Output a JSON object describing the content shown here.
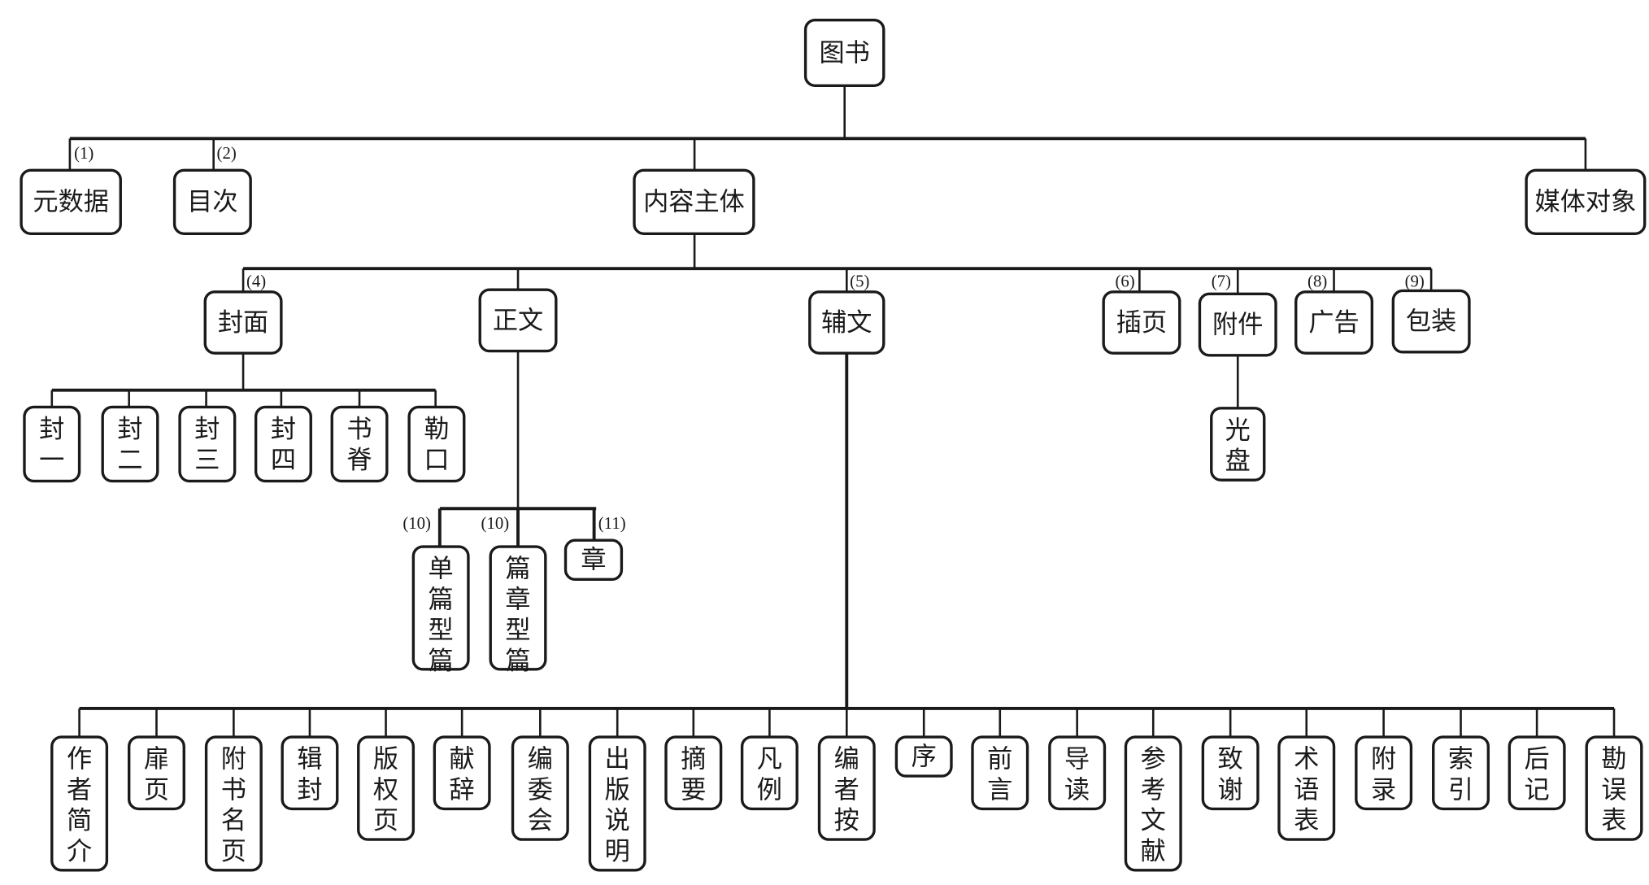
{
  "diagram": {
    "title": "图书",
    "nodes": {
      "root": "图书",
      "metadata": "元数据",
      "toc": "目次",
      "content_body": "内容主体",
      "media_object": "媒体对象",
      "cover": "封面",
      "main_text": "正文",
      "aux_text": "辅文",
      "insert_page": "插页",
      "attachment": "附件",
      "advertisement": "广告",
      "packaging": "包装",
      "cover_1": "封一",
      "cover_2": "封二",
      "cover_3": "封三",
      "cover_4": "封四",
      "spine": "书脊",
      "fore_edge": "勒口",
      "cd": "光盘",
      "single_article": "单篇型篇",
      "chapter_article": "篇章型篇",
      "chapter": "章"
    },
    "aux_items": [
      "作者简介",
      "扉页",
      "附书名页",
      "辑封",
      "版权页",
      "献辞",
      "编委会",
      "出版说明",
      "摘要",
      "凡例",
      "编者按",
      "序",
      "前言",
      "导读",
      "参考文献",
      "致谢",
      "术语表",
      "附录",
      "索引",
      "后记",
      "勘误表"
    ],
    "labels": {
      "metadata": "(1)",
      "toc": "(2)",
      "cover": "(4)",
      "aux_text": "(5)",
      "insert_page": "(6)",
      "attachment": "(7)",
      "advertisement": "(8)",
      "packaging": "(9)",
      "single_article": "(10)",
      "chapter_article": "(10)",
      "chapter": "(11)"
    }
  }
}
